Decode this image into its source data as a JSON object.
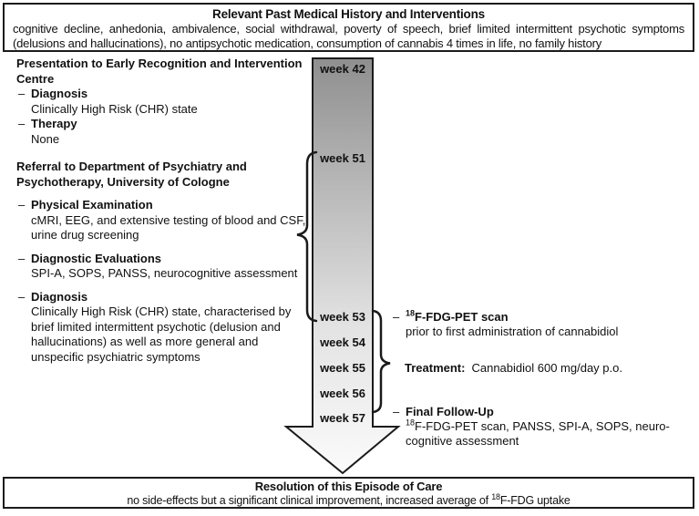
{
  "top_box": {
    "title": "Relevant Past Medical History and Interventions",
    "body": "cognitive decline, anhedonia, ambivalence, social withdrawal, poverty of speech, brief limited intermittent psychotic symptoms (delusions and hallucinations), no antipsychotic medication, consumption of cannabis 4 times in life, no family history"
  },
  "timeline": {
    "weeks": [
      {
        "label": "week 42"
      },
      {
        "label": "week 51"
      },
      {
        "label": "week 53"
      },
      {
        "label": "week 54"
      },
      {
        "label": "week 55"
      },
      {
        "label": "week 56"
      },
      {
        "label": "week 57"
      }
    ],
    "arrow_top_color": "#8f8f8f",
    "arrow_bottom_color": "#fbfbfb"
  },
  "left_column": {
    "sections": [
      {
        "title": "Presentation to Early Recognition and Intervention Centre",
        "items": [
          {
            "bullet": "–",
            "label": "Diagnosis",
            "detail": "Clinically High Risk (CHR) state"
          },
          {
            "bullet": "–",
            "label": "Therapy",
            "detail": "None"
          }
        ]
      },
      {
        "title": "Referral to Department of Psychiatry and Psychotherapy, University of Cologne",
        "items": [
          {
            "bullet": "–",
            "label": "Physical Examination",
            "detail": "cMRI, EEG, and extensive testing of blood and CSF, urine drug screening"
          },
          {
            "bullet": "–",
            "label": "Diagnostic Evaluations",
            "detail": "SPI-A, SOPS, PANSS, neurocognitive assessment"
          },
          {
            "bullet": "–",
            "label": "Diagnosis",
            "detail": "Clinically High Risk (CHR) state, characterised by brief limited intermittent psychotic (delusion and hallucinations) as well as more general and unspecific psychiatric symptoms"
          }
        ]
      }
    ]
  },
  "right_column": {
    "pet_scan": {
      "bullet": "–",
      "title_sup": "18",
      "title": "F-FDG-PET scan",
      "detail": "prior to first administration of cannabidiol"
    },
    "treatment": {
      "label": "Treatment:",
      "detail": "Cannabidiol 600 mg/day p.o."
    },
    "final_follow_up": {
      "bullet": "–",
      "title": "Final Follow-Up",
      "detail_sup": "18",
      "detail": "F-FDG-PET scan, PANSS, SPI-A, SOPS, neuro-cognitive assessment"
    }
  },
  "bottom_box": {
    "title": "Resolution of this Episode of Care",
    "body_pre": "no side-effects but a significant clinical improvement, increased average of ",
    "body_sup": "18",
    "body_post": "F-FDG uptake"
  }
}
